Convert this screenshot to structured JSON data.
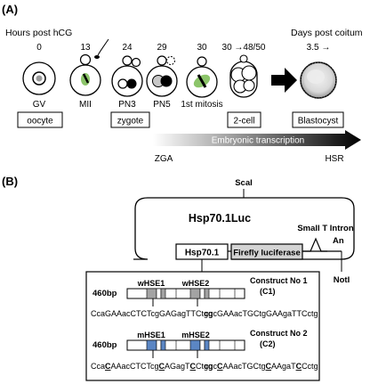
{
  "panel_a": {
    "label": "(A)",
    "hours_header": "Hours  post hCG",
    "days_header": "Days post coitum",
    "times": [
      "0",
      "13",
      "24",
      "29",
      "30",
      "30 →48/50",
      "3.5 →"
    ],
    "stages": [
      "GV",
      "MII",
      "PN3",
      "PN5",
      "1st mitosis"
    ],
    "boxes": [
      "oocyte",
      "zygote",
      "2-cell",
      "Blastocyst"
    ],
    "bar_text": "Embryonic transcription",
    "zga": "ZGA",
    "hsr": "HSR",
    "colors": {
      "green": "#8cc56a",
      "black": "#000000",
      "gray": "#9a9a9a"
    }
  },
  "panel_b": {
    "label": "(B)",
    "scal": "ScaI",
    "plasmid": "Hsp70.1Luc",
    "intron": "Small T Intron",
    "an": "An",
    "promoter": "Hsp70.1",
    "luciferase": "Firefly luciferase",
    "notl": "NotI",
    "constructs": [
      {
        "title": "Construct No 1",
        "id": "(C1)",
        "size": "460bp",
        "hse1": "wHSE1",
        "hse2": "wHSE2",
        "seq1": "CcaGAAacCTCTcgGAGagTTCtgg",
        "seq2": "cgcGAAacTGCtgGAAgaTTCctg",
        "fill": "#a3a3a3"
      },
      {
        "title": "Construct No 2",
        "id": "(C2)",
        "size": "460bp",
        "hse1": "mHSE1",
        "hse2": "mHSE2",
        "seq1_parts": [
          "Cca",
          "C",
          "AAacCTCTcg",
          "C",
          "AGag",
          "T",
          "C",
          "Ctgg"
        ],
        "seq2_parts": [
          "cgc",
          "C",
          "AAacTGCtg",
          "C",
          "AAga",
          "T",
          "C",
          "Cctg"
        ],
        "fill": "#5b86c4"
      }
    ]
  }
}
